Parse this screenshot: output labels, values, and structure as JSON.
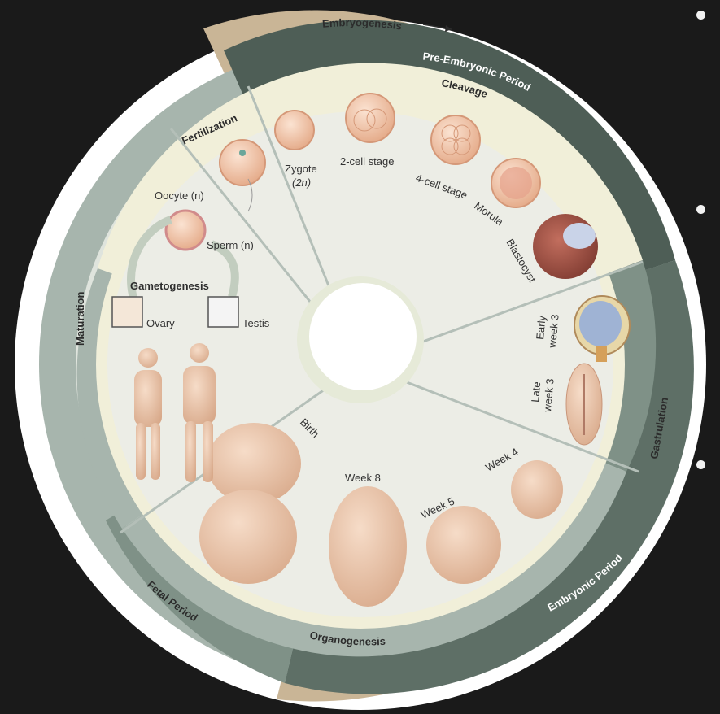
{
  "bands": {
    "embryogenesis": "Embryogenesis",
    "pre_embryonic_period": "Pre-Embryonic Period",
    "embryonic_period": "Embryonic Period",
    "fetal_period": "Fetal Period"
  },
  "phases": {
    "cleavage": "Cleavage",
    "fertilization": "Fertilization",
    "maturation": "Maturation",
    "gastrulation": "Gastrulation",
    "organogenesis": "Organogenesis"
  },
  "stages": {
    "zygote": "Zygote",
    "zygote_ploidy": "(2n)",
    "two_cell": "2-cell stage",
    "four_cell": "4-cell stage",
    "morula": "Morula",
    "blastocyst": "Blastocyst",
    "early_week3_a": "Early",
    "early_week3_b": "week 3",
    "late_week3_a": "Late",
    "late_week3_b": "week 3",
    "week4": "Week 4",
    "week5": "Week 5",
    "week8": "Week 8",
    "birth": "Birth"
  },
  "gametogenesis": {
    "title": "Gametogenesis",
    "oocyte": "Oocyte (n)",
    "sperm": "Sperm (n)",
    "ovary": "Ovary",
    "testis": "Testis"
  },
  "colors": {
    "tan": "#c9b596",
    "dark_green": "#4e5e56",
    "mid_green": "#7f9187",
    "light_green": "#a7b5ad",
    "cream": "#f1efd9",
    "inner": "#ecede6",
    "flesh": "#e8c5a9"
  }
}
